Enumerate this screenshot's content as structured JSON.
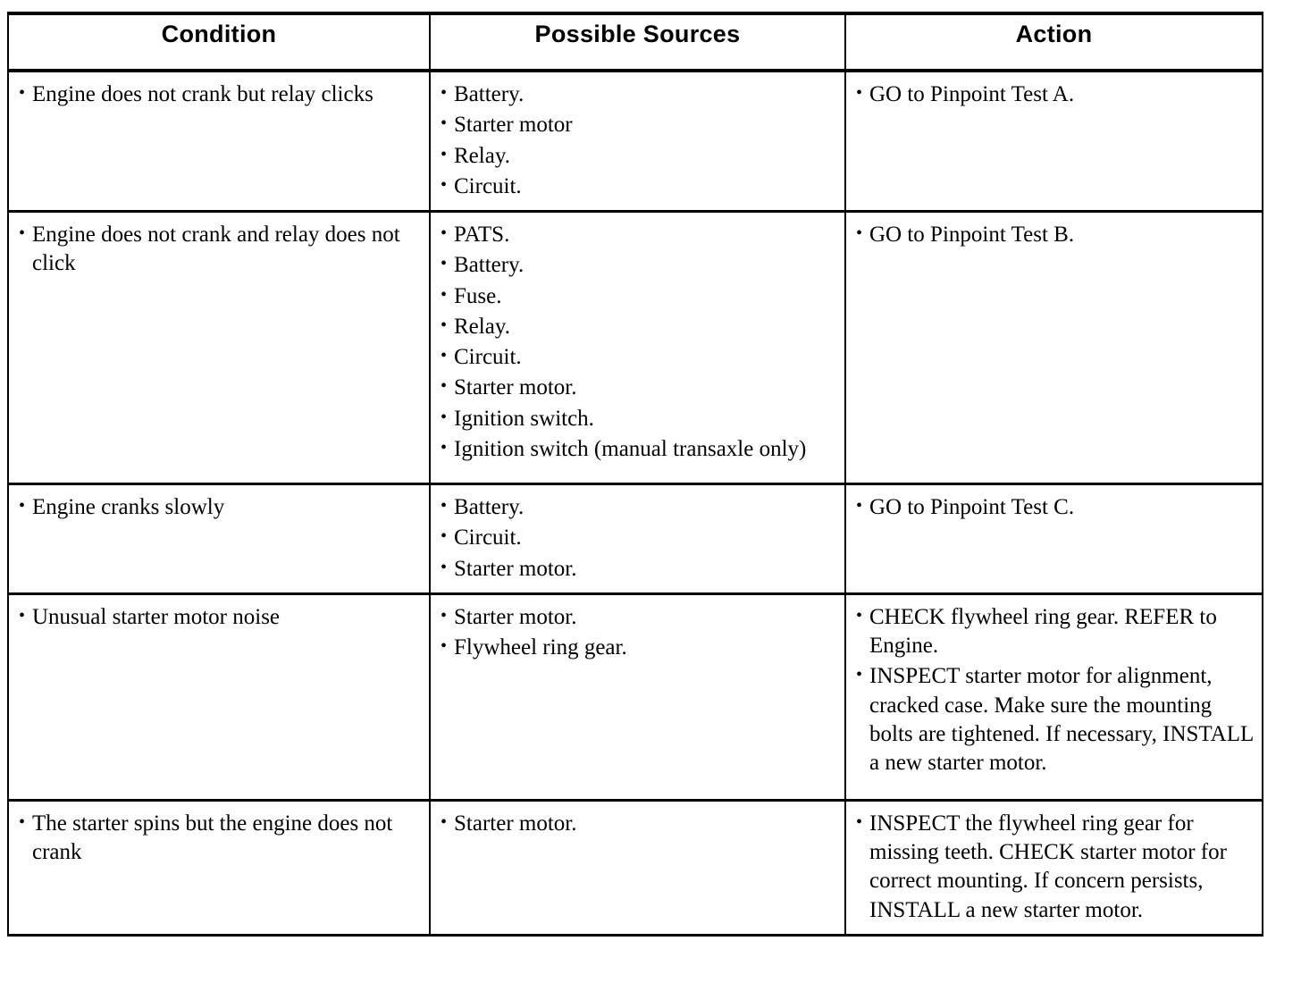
{
  "table": {
    "headers": [
      "Condition",
      "Possible Sources",
      "Action"
    ],
    "rows": [
      {
        "condition": [
          "Engine does not crank but relay clicks"
        ],
        "sources": [
          "Battery.",
          "Starter motor",
          "Relay.",
          "Circuit."
        ],
        "action": [
          "GO to Pinpoint Test A."
        ]
      },
      {
        "condition": [
          "Engine does not crank and relay does not click"
        ],
        "sources": [
          "PATS.",
          "Battery.",
          "Fuse.",
          "Relay.",
          "Circuit.",
          "Starter motor.",
          "Ignition switch.",
          "Ignition switch (manual transaxle only)"
        ],
        "action": [
          "GO to Pinpoint Test B."
        ]
      },
      {
        "condition": [
          "Engine cranks slowly"
        ],
        "sources": [
          "Battery.",
          "Circuit.",
          "Starter motor."
        ],
        "action": [
          "GO to Pinpoint Test C."
        ]
      },
      {
        "condition": [
          "Unusual starter motor noise"
        ],
        "sources": [
          "Starter motor.",
          "Flywheel ring gear."
        ],
        "action": [
          "CHECK flywheel ring gear. REFER to Engine.",
          "INSPECT starter motor for alignment, cracked case. Make sure the mounting bolts are tightened. If necessary, INSTALL a new starter motor."
        ]
      },
      {
        "condition": [
          "The starter spins but the engine does not crank"
        ],
        "sources": [
          "Starter motor."
        ],
        "action": [
          "INSPECT the flywheel ring gear for missing teeth. CHECK starter motor for correct mounting. If concern persists, INSTALL a new starter motor."
        ]
      }
    ]
  },
  "colors": {
    "text": "#000000",
    "rule": "#000000",
    "background": "#ffffff"
  }
}
